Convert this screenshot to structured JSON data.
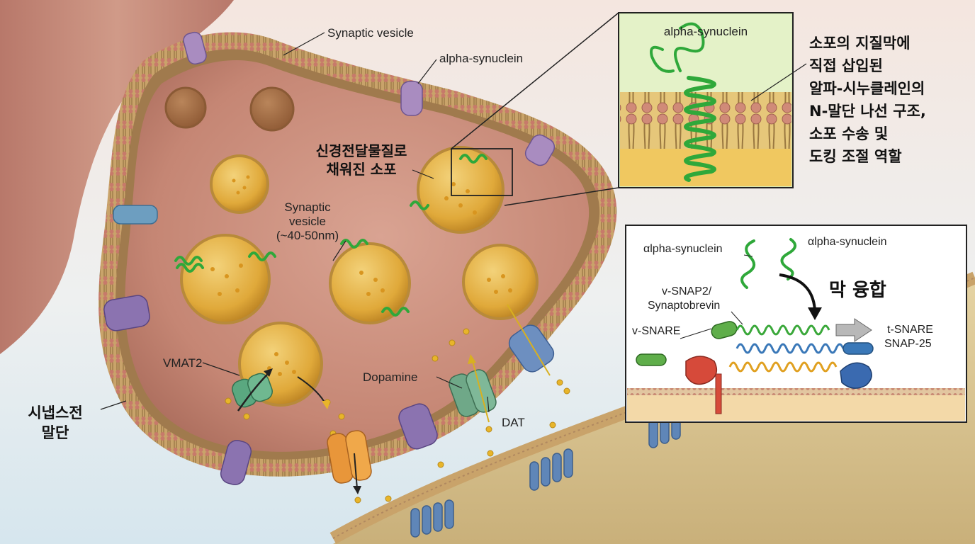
{
  "labels": {
    "synaptic_vesicle_top": "Synaptic vesicle",
    "alpha_synuclein_top": "alpha-synuclein",
    "filled_vesicle_line1": "신경전달물질로",
    "filled_vesicle_line2": "채워진 소포",
    "synaptic_vesicle_mid_line1": "Synaptic",
    "synaptic_vesicle_mid_line2": "vesicle",
    "synaptic_vesicle_mid_line3": "(~40-50nm)",
    "vmat2": "VMAT2",
    "dopamine": "Dopamine",
    "dat": "DAT",
    "presynaptic_line1": "시냅스전",
    "presynaptic_line2": "말단"
  },
  "inset_top": {
    "title": "alpha-synuclein",
    "caption_lines": [
      "소포의 지질막에",
      "직접 삽입된",
      "알파-시누클레인의",
      "N-말단 나선 구조,",
      "소포 수송 및",
      "도킹 조절 역할"
    ]
  },
  "inset_bottom": {
    "alpha_left": "αlpha-synuclein",
    "alpha_right": "αlpha-synuclein",
    "membrane_fusion": "막 융합",
    "vsnap_line1": "v-SNAP2/",
    "vsnap_line2": "Synaptobrevin",
    "vsnare": "v-SNARE",
    "tsnare_line1": "t-SNARE",
    "tsnare_line2": "SNAP-25"
  },
  "colors": {
    "cytoplasm": "#c98a78",
    "membrane": "#a07a4d",
    "vesicle": "#e3ad3a",
    "alpha_synuclein": "#2fa83a",
    "vmat2": "#5aa880",
    "dat": "#6fa888",
    "extracellular": "#dce8ee",
    "postsynaptic": "#d9c28c"
  }
}
